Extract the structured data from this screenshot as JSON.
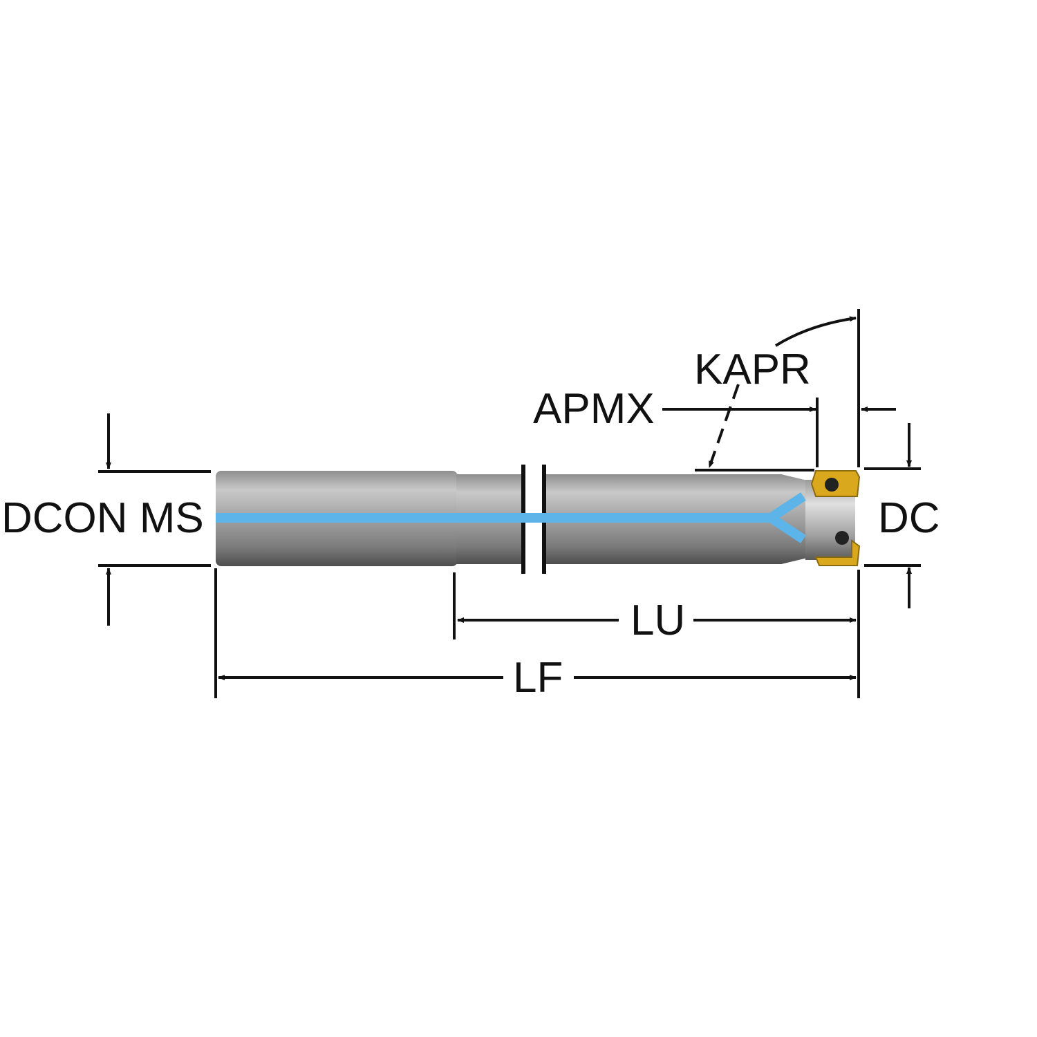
{
  "labels": {
    "dcon": "DCON MS",
    "dc": "DC",
    "apmx": "APMX",
    "kapr": "KAPR",
    "lu": "LU",
    "lf": "LF"
  },
  "colors": {
    "coolant": "#5db4e8",
    "insert": "#d9a81c",
    "steel": "#9a9a9a",
    "line": "#111111"
  }
}
